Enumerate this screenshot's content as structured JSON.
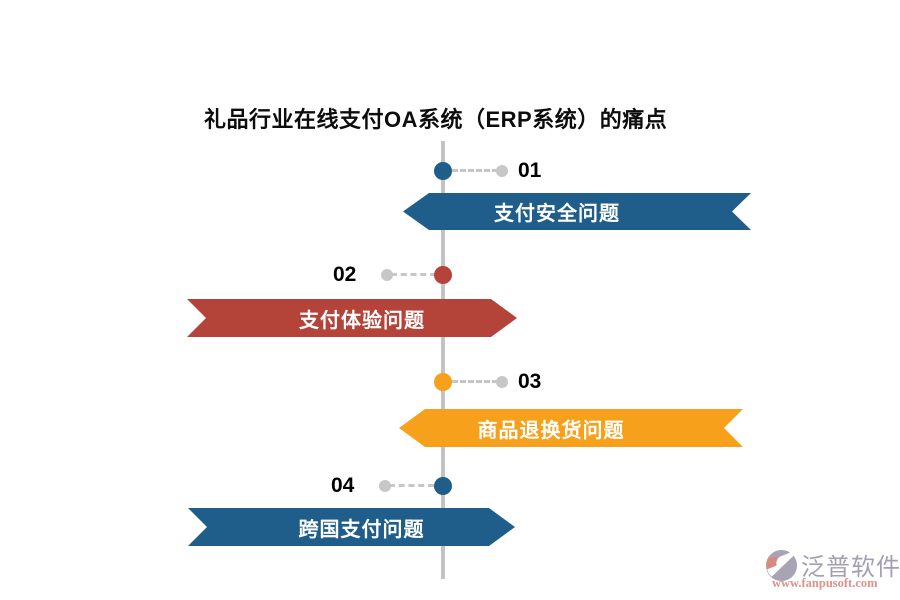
{
  "title": "礼品行业在线支付OA系统（ERP系统）的痛点",
  "colors": {
    "blue": "#1F5E8B",
    "red": "#B4433A",
    "orange": "#F6A01B",
    "timeline_gray": "#C3C3C3",
    "connector_gray": "#C7C7C7",
    "number_text": "#000000",
    "banner_text": "#FFFFFF"
  },
  "items": [
    {
      "number": "01",
      "label": "支付安全问题",
      "color": "#1F5E8B",
      "direction": "left"
    },
    {
      "number": "02",
      "label": "支付体验问题",
      "color": "#B4433A",
      "direction": "right"
    },
    {
      "number": "03",
      "label": "商品退换货问题",
      "color": "#F6A01B",
      "direction": "left"
    },
    {
      "number": "04",
      "label": "跨国支付问题",
      "color": "#1F5E8B",
      "direction": "right"
    }
  ],
  "watermark": {
    "brand": "泛普软件",
    "url": "www.fanpusoft.com",
    "brand_color": "#A49FB0",
    "url_color": "#E0918A",
    "icon_gray": "#A9A4B4",
    "icon_salmon": "#D98A7F"
  }
}
